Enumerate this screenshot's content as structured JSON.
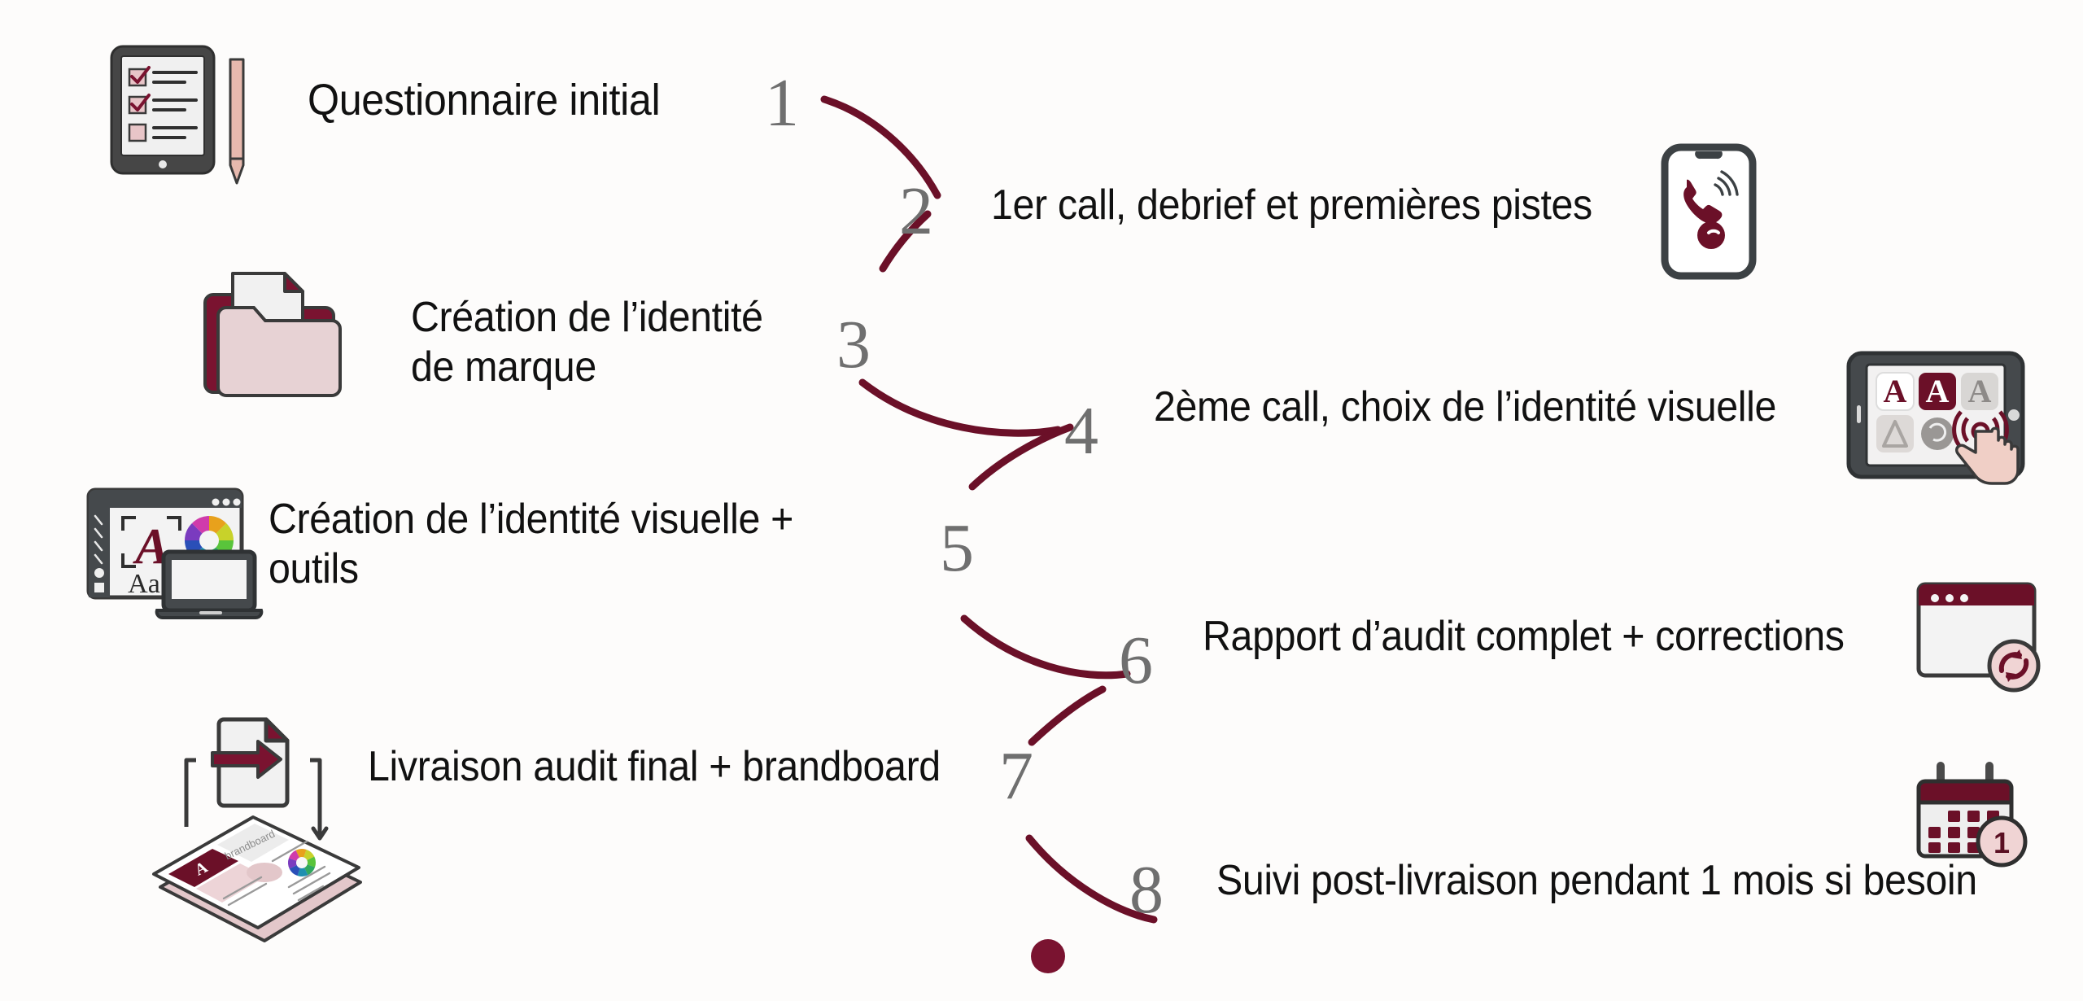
{
  "page": {
    "background_color": "#fdfcfb",
    "accent_color": "#6b1028",
    "accent_light": "#e8cfd3",
    "number_color": "#6f6f6f",
    "text_color": "#111111"
  },
  "process": {
    "steps": [
      {
        "number": "1",
        "label": "Questionnaire initial",
        "side": "left",
        "icon": "tablet-checklist-icon"
      },
      {
        "number": "2",
        "label": "1er call, debrief et premières pistes",
        "side": "right",
        "icon": "ringing-phone-icon"
      },
      {
        "number": "3",
        "label": "Création de l’identité\nde marque",
        "side": "left",
        "icon": "folder-document-icon"
      },
      {
        "number": "4",
        "label": "2ème call, choix de l’identité visuelle",
        "side": "right",
        "icon": "tablet-logo-picker-icon"
      },
      {
        "number": "5",
        "label": "Création de l’identité visuelle +\noutils",
        "side": "left",
        "icon": "design-app-laptop-icon"
      },
      {
        "number": "6",
        "label": "Rapport d’audit complet + corrections",
        "side": "right",
        "icon": "browser-refresh-icon"
      },
      {
        "number": "7",
        "label": "Livraison audit final + brandboard",
        "side": "left",
        "icon": "export-brandboard-icon"
      },
      {
        "number": "8",
        "label": "Suivi post-livraison pendant 1 mois si besoin",
        "side": "right",
        "icon": "calendar-one-month-icon"
      }
    ],
    "end_marker": "end-dot"
  },
  "icon_details": {
    "tablet_checklist": {
      "checked_rows": 2,
      "unchecked_rows": 1
    },
    "design_app": {
      "font_sample": "Aa",
      "logo_letter": "A"
    },
    "brandboard": {
      "caption": "brandboard",
      "logo_letter": "A"
    },
    "calendar": {
      "badge": "1"
    },
    "browser_refresh": {
      "dots": 3
    }
  }
}
